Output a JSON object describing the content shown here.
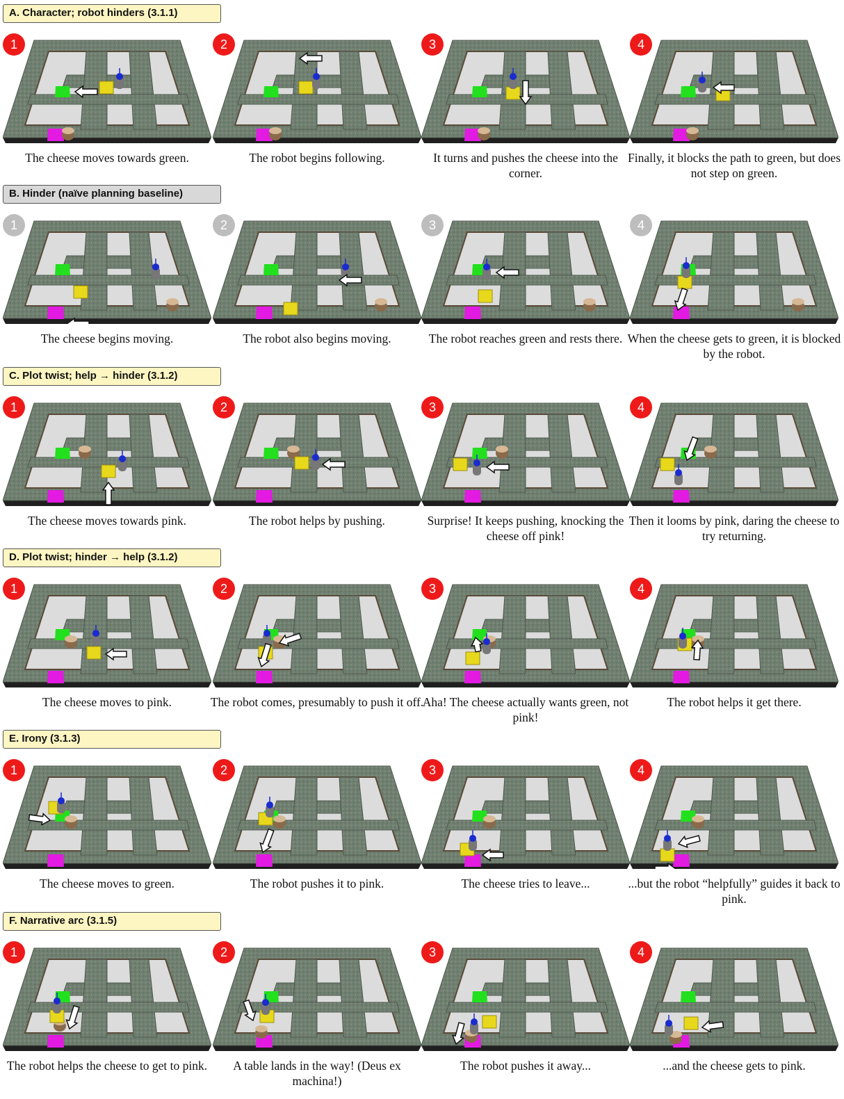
{
  "colors": {
    "badge_active": "#ee1a1a",
    "badge_inactive": "#bdbdbd",
    "header_bg": "#fdf6c3",
    "header_bg_gray": "#d8d8d8",
    "green_tile": "#22e01e",
    "pink_tile": "#e21ae2",
    "cheese": "#e8d81c",
    "robot_head": "#1a2bd0"
  },
  "sections": [
    {
      "header": "A. Character; robot hinders (3.1.1)",
      "style": "yellow",
      "badge": "active",
      "panels": [
        {
          "n": "1",
          "caption": "The cheese moves towards green."
        },
        {
          "n": "2",
          "caption": "The robot begins following."
        },
        {
          "n": "3",
          "caption": "It turns and pushes the cheese into the corner."
        },
        {
          "n": "4",
          "caption": "Finally, it blocks the path to green, but does not step on green."
        }
      ]
    },
    {
      "header": "B. Hinder (naïve planning baseline)",
      "style": "gray",
      "badge": "inactive",
      "panels": [
        {
          "n": "1",
          "caption": "The cheese begins moving."
        },
        {
          "n": "2",
          "caption": "The robot also begins moving."
        },
        {
          "n": "3",
          "caption": "The robot reaches green and rests there."
        },
        {
          "n": "4",
          "caption": "When the cheese gets to green, it is blocked by the robot."
        }
      ]
    },
    {
      "header": "C. Plot twist; help → hinder (3.1.2)",
      "style": "yellow",
      "badge": "active",
      "panels": [
        {
          "n": "1",
          "caption": "The cheese moves towards pink."
        },
        {
          "n": "2",
          "caption": "The robot helps by pushing."
        },
        {
          "n": "3",
          "caption": "Surprise! It keeps pushing, knocking the cheese off pink!"
        },
        {
          "n": "4",
          "caption": "Then it looms by pink, daring the cheese to try returning."
        }
      ]
    },
    {
      "header": "D. Plot twist; hinder → help (3.1.2)",
      "style": "yellow",
      "badge": "active",
      "panels": [
        {
          "n": "1",
          "caption": "The cheese moves to pink."
        },
        {
          "n": "2",
          "caption": "The robot comes, presumably to push it off."
        },
        {
          "n": "3",
          "caption": "Aha! The cheese actually wants green, not pink!"
        },
        {
          "n": "4",
          "caption": "The robot helps it get there."
        }
      ]
    },
    {
      "header": "E. Irony (3.1.3)",
      "style": "yellow",
      "badge": "active",
      "panels": [
        {
          "n": "1",
          "caption": "The cheese moves to green."
        },
        {
          "n": "2",
          "caption": "The robot pushes it to pink."
        },
        {
          "n": "3",
          "caption": "The cheese tries to leave..."
        },
        {
          "n": "4",
          "caption": "...but the robot “helpfully” guides it back to pink."
        }
      ]
    },
    {
      "header": "F. Narrative arc (3.1.5)",
      "style": "yellow",
      "badge": "active",
      "panels": [
        {
          "n": "1",
          "caption": "The robot helps the cheese to get to pink."
        },
        {
          "n": "2",
          "caption": "A table lands in the way! (Deus ex machina!)"
        },
        {
          "n": "3",
          "caption": "The robot pushes it away..."
        },
        {
          "n": "4",
          "caption": "...and the cheese gets to pink."
        }
      ]
    }
  ]
}
